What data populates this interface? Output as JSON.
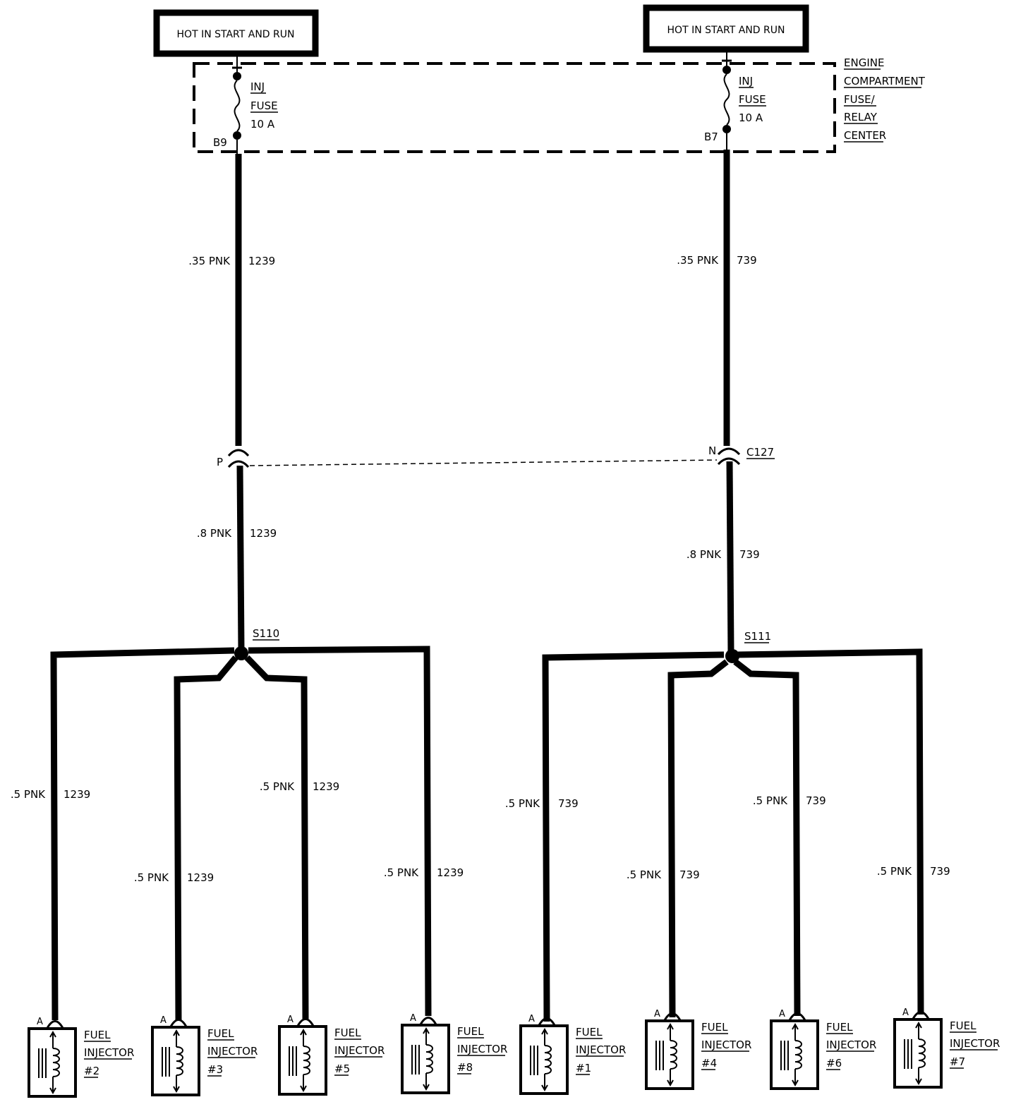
{
  "power_sources": [
    {
      "label": "HOT IN START AND RUN"
    },
    {
      "label": "HOT IN START AND RUN"
    }
  ],
  "fuse_center_label": [
    "ENGINE",
    "COMPARTMENT",
    "FUSE/",
    "RELAY",
    "CENTER"
  ],
  "fuses": [
    {
      "name": "INJ",
      "sub": "FUSE",
      "rating": "10 A",
      "terminal": "B9"
    },
    {
      "name": "INJ",
      "sub": "FUSE",
      "rating": "10 A",
      "terminal": "B7"
    }
  ],
  "upper_wires": [
    {
      "gauge": ".35 PNK",
      "circuit": "1239"
    },
    {
      "gauge": ".35 PNK",
      "circuit": "739"
    }
  ],
  "connector": {
    "left_pin": "P",
    "right_pin": "N",
    "name": "C127"
  },
  "middle_wires": [
    {
      "gauge": ".8 PNK",
      "circuit": "1239"
    },
    {
      "gauge": ".8 PNK",
      "circuit": "739"
    }
  ],
  "splices": [
    {
      "name": "S110"
    },
    {
      "name": "S111"
    }
  ],
  "branch_wires": [
    {
      "gauge": ".5 PNK",
      "circuit": "1239"
    },
    {
      "gauge": ".5 PNK",
      "circuit": "1239"
    },
    {
      "gauge": ".5 PNK",
      "circuit": "1239"
    },
    {
      "gauge": ".5 PNK",
      "circuit": "1239"
    },
    {
      "gauge": ".5 PNK",
      "circuit": "739"
    },
    {
      "gauge": ".5 PNK",
      "circuit": "739"
    },
    {
      "gauge": ".5 PNK",
      "circuit": "739"
    },
    {
      "gauge": ".5 PNK",
      "circuit": "739"
    }
  ],
  "injectors": [
    {
      "pin": "A",
      "line1": "FUEL",
      "line2": "INJECTOR",
      "number": "#2"
    },
    {
      "pin": "A",
      "line1": "FUEL",
      "line2": "INJECTOR",
      "number": "#3"
    },
    {
      "pin": "A",
      "line1": "FUEL",
      "line2": "INJECTOR",
      "number": "#5"
    },
    {
      "pin": "A",
      "line1": "FUEL",
      "line2": "INJECTOR",
      "number": "#8"
    },
    {
      "pin": "A",
      "line1": "FUEL",
      "line2": "INJECTOR",
      "number": "#1"
    },
    {
      "pin": "A",
      "line1": "FUEL",
      "line2": "INJECTOR",
      "number": "#4"
    },
    {
      "pin": "A",
      "line1": "FUEL",
      "line2": "INJECTOR",
      "number": "#6"
    },
    {
      "pin": "A",
      "line1": "FUEL",
      "line2": "INJECTOR",
      "number": "#7"
    }
  ]
}
